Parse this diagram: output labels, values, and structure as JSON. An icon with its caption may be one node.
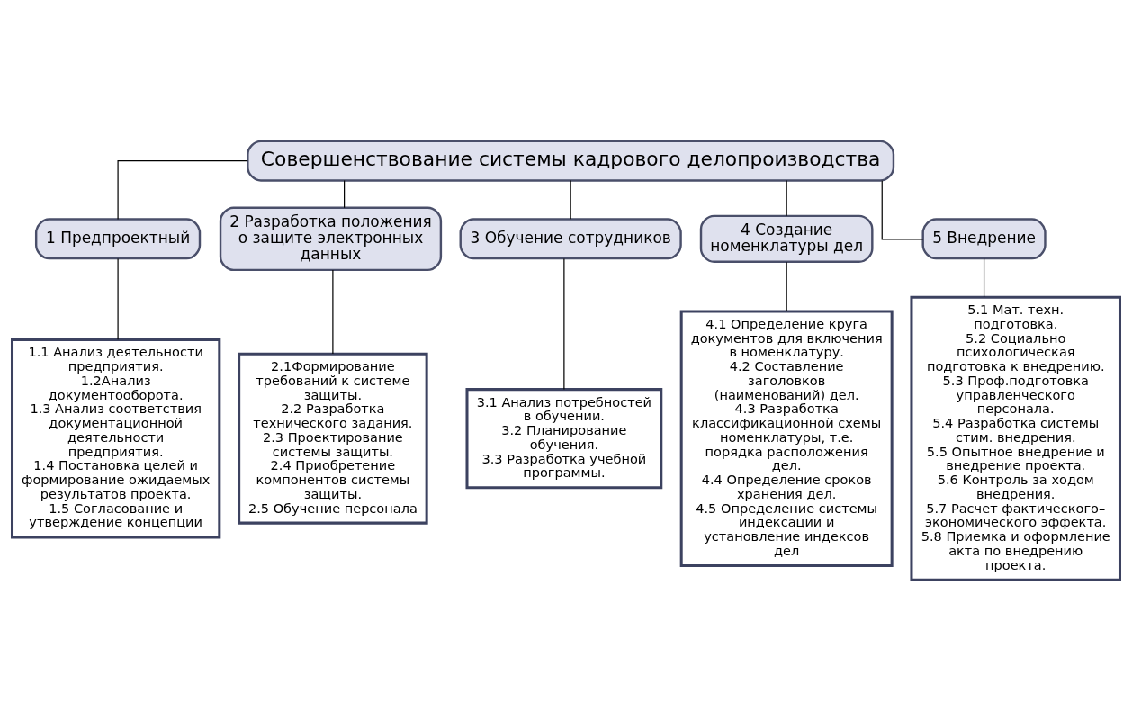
{
  "diagram": {
    "nodes": [
      {
        "text": [
          "Совершенствование системы кадрового делопроизводства"
        ]
      },
      {
        "text": [
          "1 Предпроектный"
        ]
      },
      {
        "text": [
          "2 Разработка положения о защите электронных данных"
        ]
      },
      {
        "text": [
          "3 Обучение сотрудников"
        ]
      },
      {
        "text": [
          "4 Создание номенклатуры дел"
        ]
      },
      {
        "text": [
          "5 Внедрение"
        ]
      },
      {
        "text": [
          "1.1 Анализ деятельности предприятия.",
          "1.2Анализ документооборота.",
          "1.3 Анализ соответствия документационной деятельности предприятия.",
          "1.4 Постановка целей и формирование ожидаемых результатов проекта.",
          "1.5 Согласование и утверждение концепции"
        ]
      },
      {
        "text": [
          "2.1Формирование требований к системе защиты.",
          "2.2 Разработка технического задания.",
          "2.3 Проектирование системы защиты.",
          "2.4 Приобретение компонентов системы защиты.",
          "2.5 Обучение персонала"
        ]
      },
      {
        "text": [
          "3.1 Анализ потребностей в обучении.",
          "3.2 Планирование обучения.",
          "3.3 Разработка учебной программы."
        ]
      },
      {
        "text": [
          "4.1 Определение круга документов для включения в номенклатуру.",
          "4.2 Составление заголовков (наименований) дел.",
          "4.3 Разработка классификационной схемы номенклатуры, т.е. порядка расположения дел.",
          "4.4 Определение сроков хранения дел.",
          "4.5 Определение системы индексации и установление индексов дел"
        ]
      },
      {
        "text": [
          "5.1 Мат. техн. подготовка.",
          "5.2 Социально психологическая подготовка к внедрению.",
          "5.3 Проф.подготовка управленческого персонала.",
          "5.4 Разработка системы стим. внедрения.",
          "5.5 Опытное внедрение и внедрение проекта.",
          "5.6 Контроль за ходом внедрения.",
          "5.7 Расчет фактического– экономического эффекта.",
          "5.8 Приемка и оформление акта по внедрению проекта."
        ]
      }
    ],
    "edges": [
      {
        "from": 0,
        "to": 1,
        "arrow": "none"
      },
      {
        "from": 0,
        "to": 2,
        "arrow": "none"
      },
      {
        "from": 0,
        "to": 3,
        "arrow": "none"
      },
      {
        "from": 0,
        "to": 4,
        "arrow": "none"
      },
      {
        "from": 0,
        "to": 5,
        "arrow": "none"
      },
      {
        "from": 1,
        "to": 6,
        "arrow": "none"
      },
      {
        "from": 2,
        "to": 7,
        "arrow": "none"
      },
      {
        "from": 3,
        "to": 8,
        "arrow": "none"
      },
      {
        "from": 4,
        "to": 9,
        "arrow": "none"
      },
      {
        "from": 5,
        "to": 10,
        "arrow": "none"
      }
    ]
  }
}
